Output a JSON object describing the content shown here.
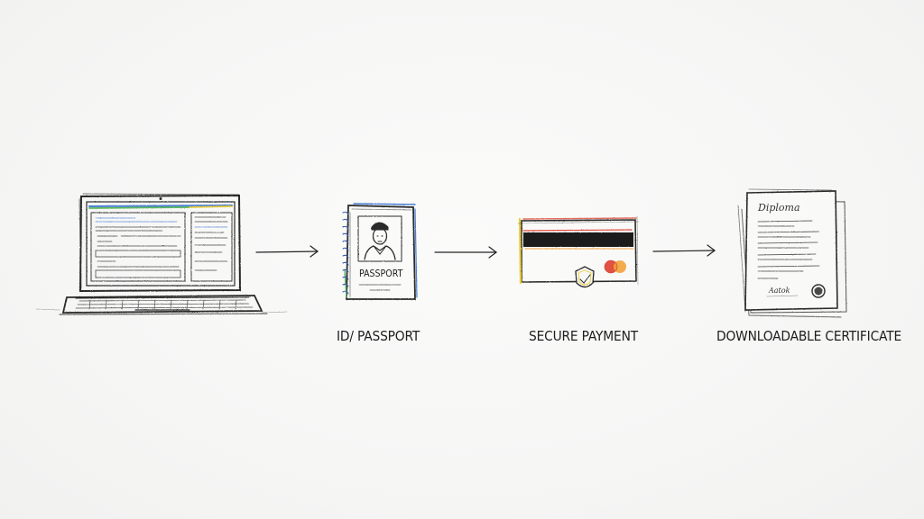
{
  "steps": [
    {
      "id": "laptop",
      "label": ""
    },
    {
      "id": "id-passport",
      "label": "ID/  PASSPORT",
      "icon_text": "PASSPORT"
    },
    {
      "id": "secure-payment",
      "label": "SECURE PAYMENT"
    },
    {
      "id": "certificate",
      "label": "DOWNLOADABLE CERTIFICATE",
      "icon_text": "Diploma",
      "signature": "Aatok"
    }
  ],
  "colors": {
    "ink": "#2a2a2a",
    "accent_blue": "#4a7fd4",
    "accent_green": "#5cb85c",
    "accent_yellow": "#e8cc3a",
    "accent_red": "#e04a3a",
    "accent_orange": "#f2a33a"
  }
}
